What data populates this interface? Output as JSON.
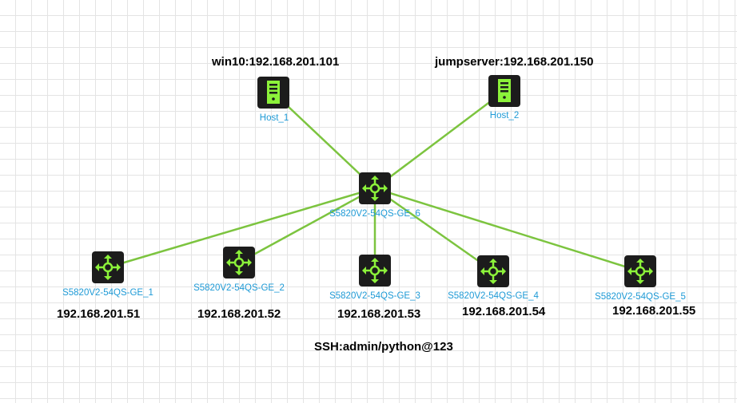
{
  "colors": {
    "link": "#7cc43f",
    "icon_bg": "#1c1c1c",
    "icon_fg": "#8cf23a",
    "device_label": "#1e9ad6"
  },
  "nodes": [
    {
      "id": "host1",
      "type": "host",
      "icon": "server-icon",
      "label": "Host_1"
    },
    {
      "id": "host2",
      "type": "host",
      "icon": "server-icon",
      "label": "Host_2"
    },
    {
      "id": "core",
      "type": "switch",
      "icon": "switch-icon",
      "label": "S5820V2-54QS-GE_6"
    },
    {
      "id": "sw1",
      "type": "switch",
      "icon": "switch-icon",
      "label": "S5820V2-54QS-GE_1"
    },
    {
      "id": "sw2",
      "type": "switch",
      "icon": "switch-icon",
      "label": "S5820V2-54QS-GE_2"
    },
    {
      "id": "sw3",
      "type": "switch",
      "icon": "switch-icon",
      "label": "S5820V2-54QS-GE_3"
    },
    {
      "id": "sw4",
      "type": "switch",
      "icon": "switch-icon",
      "label": "S5820V2-54QS-GE_4"
    },
    {
      "id": "sw5",
      "type": "switch",
      "icon": "switch-icon",
      "label": "S5820V2-54QS-GE_5"
    }
  ],
  "links": [
    [
      "host1",
      "core"
    ],
    [
      "host2",
      "core"
    ],
    [
      "core",
      "sw1"
    ],
    [
      "core",
      "sw2"
    ],
    [
      "core",
      "sw3"
    ],
    [
      "core",
      "sw4"
    ],
    [
      "core",
      "sw5"
    ]
  ],
  "notes": {
    "host1_ip": "win10:192.168.201.101",
    "host2_ip": "jumpserver:192.168.201.150",
    "sw1_ip": "192.168.201.51",
    "sw2_ip": "192.168.201.52",
    "sw3_ip": "192.168.201.53",
    "sw4_ip": "192.168.201.54",
    "sw5_ip": "192.168.201.55",
    "ssh": "SSH:admin/python@123"
  }
}
